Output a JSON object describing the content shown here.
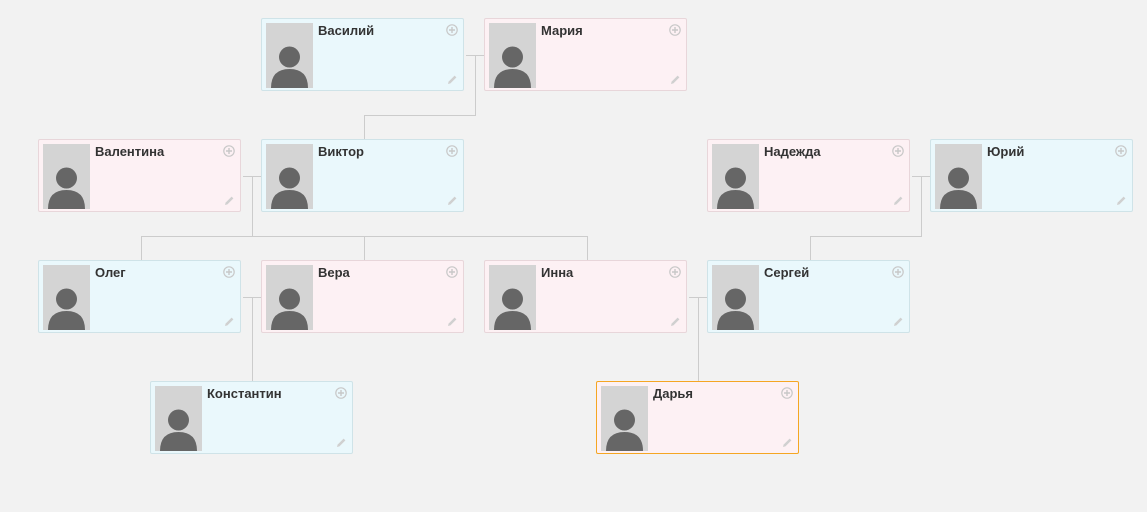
{
  "people": [
    {
      "id": "vasily",
      "name": "Василий",
      "gender": "male"
    },
    {
      "id": "maria",
      "name": "Мария",
      "gender": "female"
    },
    {
      "id": "valentina",
      "name": "Валентина",
      "gender": "female"
    },
    {
      "id": "viktor",
      "name": "Виктор",
      "gender": "male"
    },
    {
      "id": "nadezhda",
      "name": "Надежда",
      "gender": "female"
    },
    {
      "id": "yuri",
      "name": "Юрий",
      "gender": "male"
    },
    {
      "id": "oleg",
      "name": "Олег",
      "gender": "male"
    },
    {
      "id": "vera",
      "name": "Вера",
      "gender": "female"
    },
    {
      "id": "inna",
      "name": "Инна",
      "gender": "female"
    },
    {
      "id": "sergey",
      "name": "Сергей",
      "gender": "male"
    },
    {
      "id": "konstantin",
      "name": "Константин",
      "gender": "male"
    },
    {
      "id": "darya",
      "name": "Дарья",
      "gender": "female",
      "selected": true
    }
  ],
  "icons": {
    "add": "plus-circle-icon",
    "edit": "pencil-icon",
    "photo": "person-silhouette-icon"
  },
  "colors": {
    "male_bg": "#eaf8fc",
    "female_bg": "#fdf1f4",
    "selected_border": "#f5a623",
    "line": "#cccccc"
  }
}
